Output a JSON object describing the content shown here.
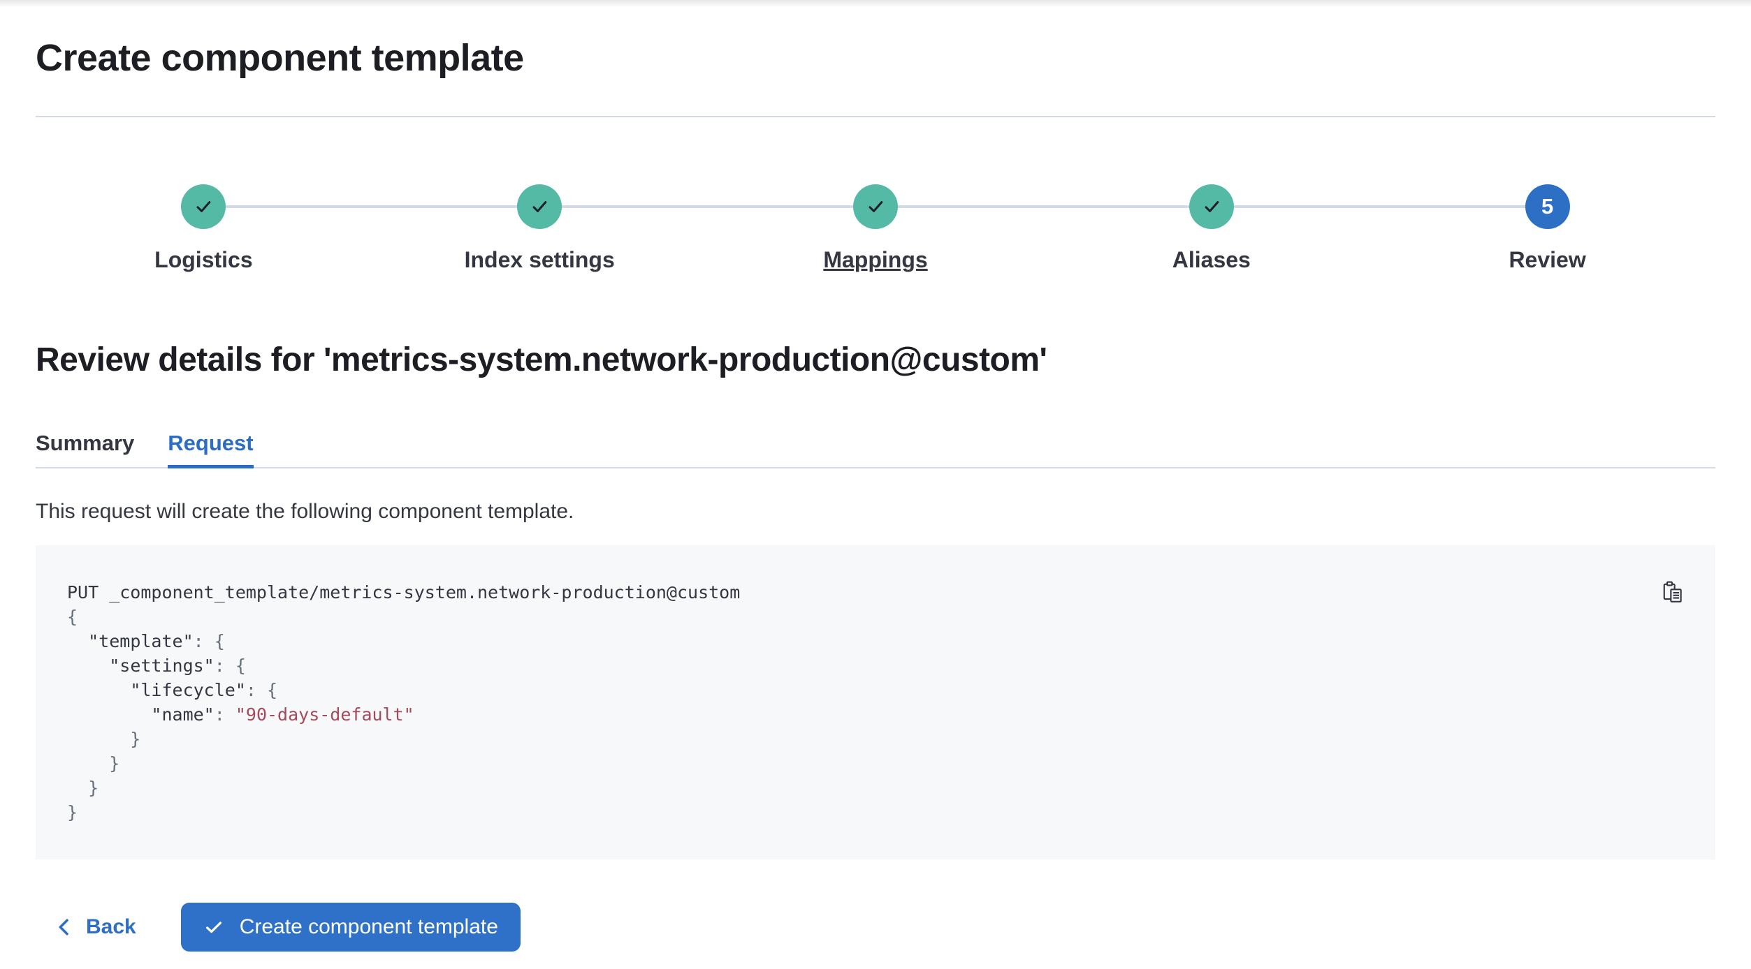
{
  "page": {
    "title": "Create component template"
  },
  "stepper": {
    "steps": [
      {
        "label": "Logistics",
        "status": "complete",
        "icon": "check-icon",
        "underlined": false
      },
      {
        "label": "Index settings",
        "status": "complete",
        "icon": "check-icon",
        "underlined": false
      },
      {
        "label": "Mappings",
        "status": "complete",
        "icon": "check-icon",
        "underlined": true
      },
      {
        "label": "Aliases",
        "status": "complete",
        "icon": "check-icon",
        "underlined": false
      },
      {
        "label": "Review",
        "status": "current",
        "number": "5",
        "underlined": false
      }
    ]
  },
  "review": {
    "heading": "Review details for 'metrics-system.network-production@custom'",
    "tabs": [
      {
        "label": "Summary",
        "selected": false
      },
      {
        "label": "Request",
        "selected": true
      }
    ],
    "description": "This request will create the following component template."
  },
  "code": {
    "copy_icon": "copy-clipboard-icon",
    "lines": [
      [
        {
          "text": "PUT _component_template/metrics-system.network-production@custom",
          "type": "plain"
        }
      ],
      [
        {
          "text": "{",
          "type": "punct"
        }
      ],
      [
        {
          "text": "  ",
          "type": "plain"
        },
        {
          "text": "\"template\"",
          "type": "key"
        },
        {
          "text": ": {",
          "type": "punct"
        }
      ],
      [
        {
          "text": "    ",
          "type": "plain"
        },
        {
          "text": "\"settings\"",
          "type": "key"
        },
        {
          "text": ": {",
          "type": "punct"
        }
      ],
      [
        {
          "text": "      ",
          "type": "plain"
        },
        {
          "text": "\"lifecycle\"",
          "type": "key"
        },
        {
          "text": ": {",
          "type": "punct"
        }
      ],
      [
        {
          "text": "        ",
          "type": "plain"
        },
        {
          "text": "\"name\"",
          "type": "key"
        },
        {
          "text": ": ",
          "type": "punct"
        },
        {
          "text": "\"90-days-default\"",
          "type": "string"
        }
      ],
      [
        {
          "text": "      }",
          "type": "punct"
        }
      ],
      [
        {
          "text": "    }",
          "type": "punct"
        }
      ],
      [
        {
          "text": "  }",
          "type": "punct"
        }
      ],
      [
        {
          "text": "}",
          "type": "punct"
        }
      ]
    ]
  },
  "footer": {
    "back_label": "Back",
    "create_label": "Create component template"
  },
  "colors": {
    "primary_blue": "#2f70c8",
    "link_blue": "#2b6cc4",
    "success_teal": "#54b9a5",
    "border_gray": "#d3dae6",
    "text_dark": "#343741",
    "code_background": "#f6f8fa",
    "code_punct": "#69707d",
    "code_string": "#a6495b"
  }
}
